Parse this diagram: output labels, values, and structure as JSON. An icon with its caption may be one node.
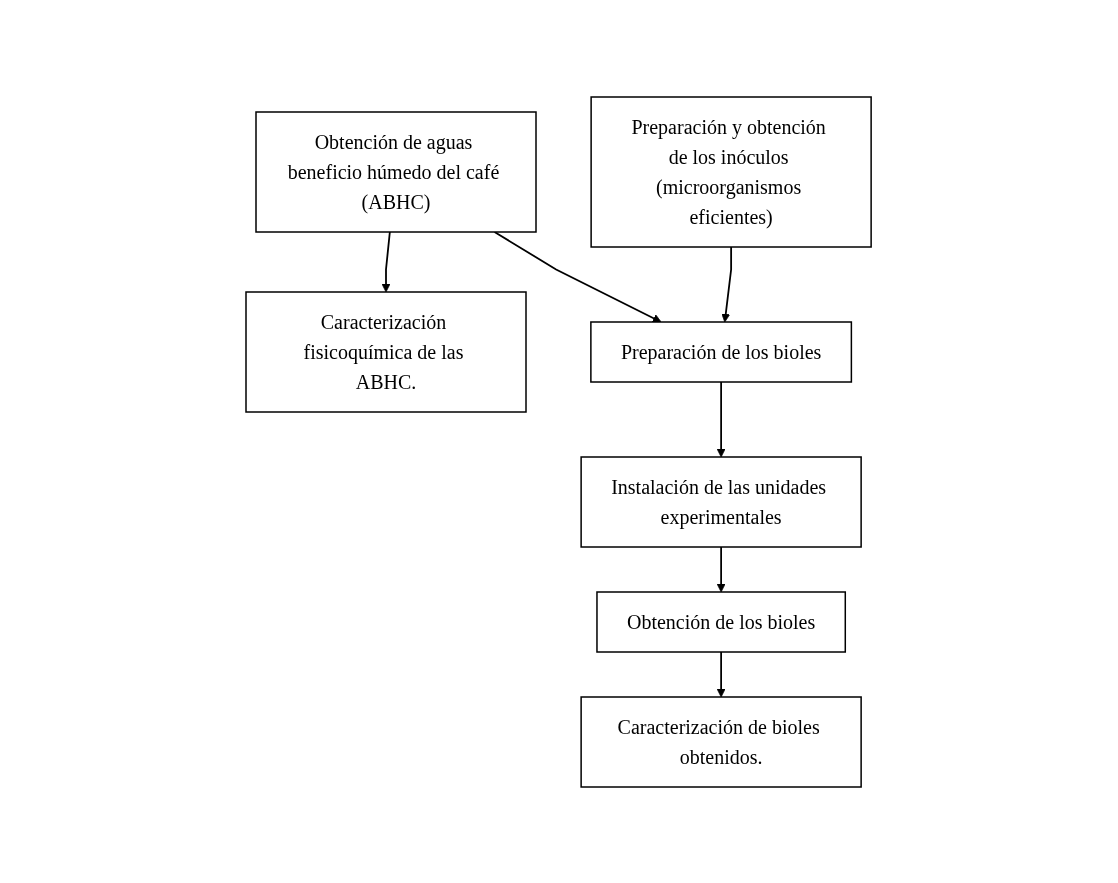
{
  "diagram": {
    "nodes": [
      {
        "text": [
          "Obtención de aguas beneficio húmedo del café (ABHC)"
        ]
      },
      {
        "text": [
          "Caracterización fisicoquímica de las ABHC."
        ]
      },
      {
        "text": [
          "Preparación y obtención de los inóculos (microorganismos eficientes)"
        ]
      },
      {
        "text": [
          "Preparación de los bioles"
        ]
      },
      {
        "text": [
          "Instalación de las unidades experimentales"
        ]
      },
      {
        "text": [
          "Obtención de los bioles"
        ]
      },
      {
        "text": [
          "Caracterización de bioles obtenidos."
        ]
      }
    ],
    "edges": [
      {
        "from": 0,
        "to": 1,
        "arrow": "to"
      },
      {
        "from": 0,
        "to": 3,
        "arrow": "to"
      },
      {
        "from": 2,
        "to": 3,
        "arrow": "to"
      },
      {
        "from": 3,
        "to": 4,
        "arrow": "to"
      },
      {
        "from": 4,
        "to": 5,
        "arrow": "to"
      },
      {
        "from": 5,
        "to": 6,
        "arrow": "to"
      }
    ]
  }
}
